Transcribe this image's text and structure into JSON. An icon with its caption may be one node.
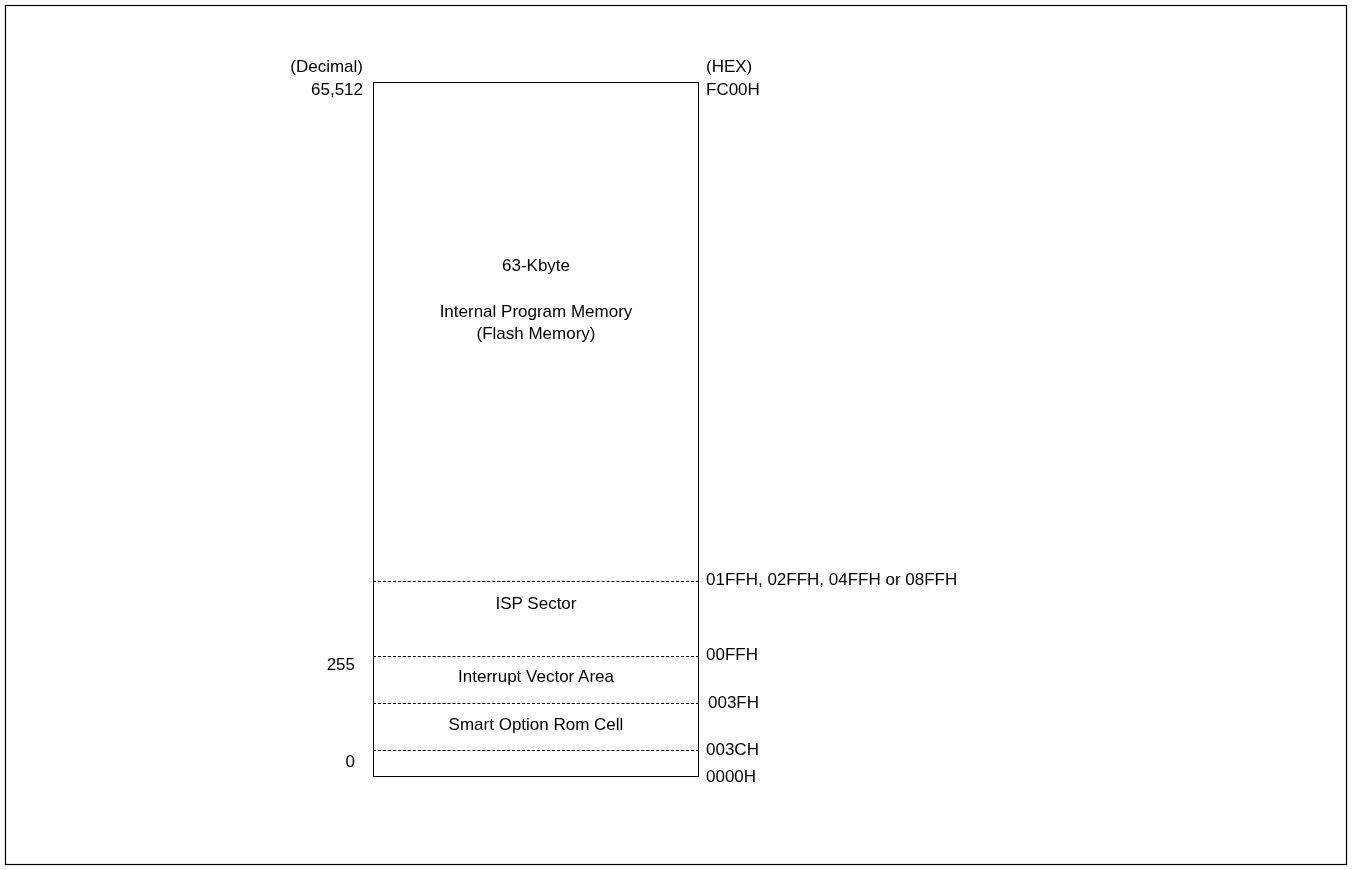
{
  "diagram": {
    "nodes": [
      {
        "text": [
          "63-Kbyte",
          "Internal Program Memory (Flash Memory)"
        ]
      },
      {
        "text": [
          "ISP Sector"
        ]
      },
      {
        "text": [
          "Interrupt Vector Area"
        ]
      },
      {
        "text": [
          "Smart Option Rom Cell"
        ]
      },
      {
        "text": [],
        "shape": "box"
      }
    ],
    "edges": [],
    "labels": [
      "(Decimal)",
      "(HEX)",
      "65,512",
      "FC00H",
      "01FFH, 02FFH, 04FFH or 08FFH",
      "255",
      "00FFH",
      "003FH",
      "003CH",
      "0",
      "0000H"
    ]
  }
}
